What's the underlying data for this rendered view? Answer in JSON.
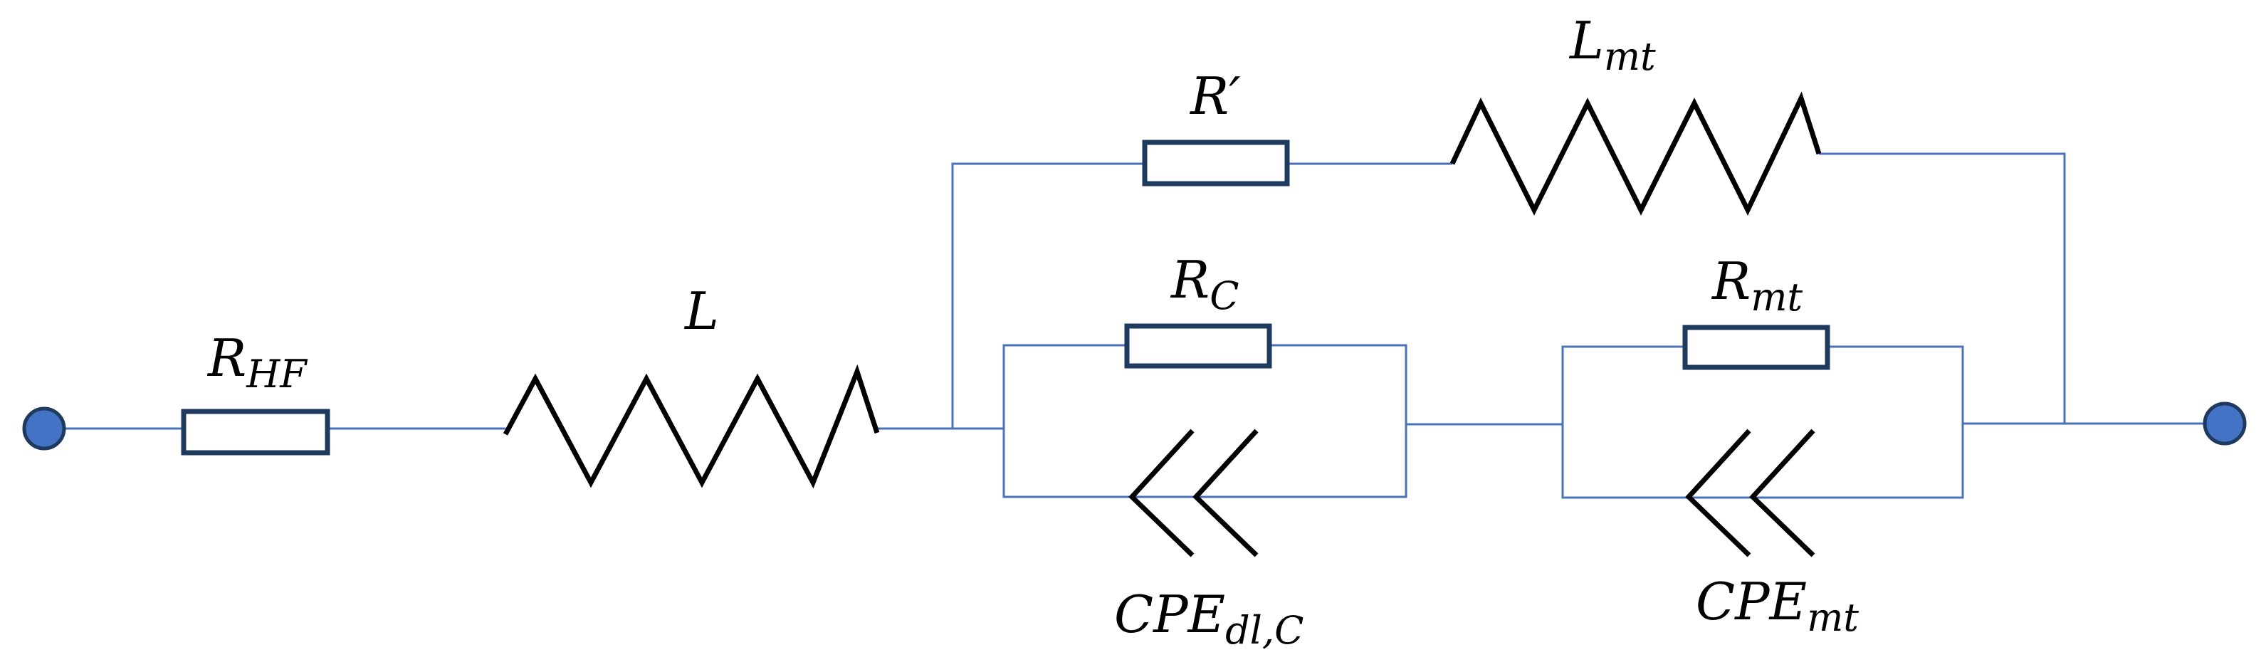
{
  "labels": {
    "r_hf": {
      "main": "R",
      "sub": "HF"
    },
    "l": {
      "main": "L",
      "sub": ""
    },
    "r_prime": {
      "main": "R′",
      "sub": ""
    },
    "l_mt": {
      "main": "L",
      "sub": "mt"
    },
    "r_c": {
      "main": "R",
      "sub": "C"
    },
    "r_mt": {
      "main": "R",
      "sub": "mt"
    },
    "cpe_dl_c": {
      "main": "CPE",
      "sub": "dl,C"
    },
    "cpe_mt": {
      "main": "CPE",
      "sub": "mt"
    }
  },
  "colors": {
    "wire": "#4a72b8",
    "resistor_border": "#1f3a5f",
    "terminal_fill": "#4472c4",
    "element_stroke": "#000000"
  }
}
